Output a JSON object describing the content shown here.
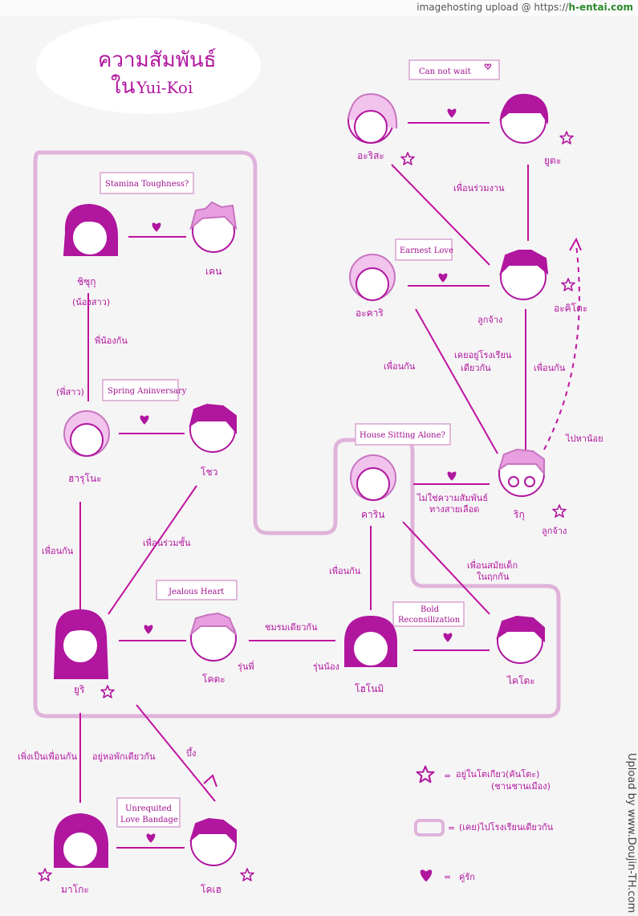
{
  "header": {
    "prefix": "imagehosting upload @ https://",
    "brand": "h-entai.com"
  },
  "side_watermark": "Upload by www.Doujin-TH.com",
  "title": {
    "line1": "ความสัมพันธ์",
    "line2_thai": "ใน",
    "line2_latin": "Yui-Koi"
  },
  "colors": {
    "accent": "#b0169e",
    "outline": "#d9a6d4",
    "line": "#c0129f"
  },
  "boxes": {
    "can_not_wait": "Can not wait",
    "stamina": "Stamina Toughness?",
    "earnest": "Earnest Love",
    "spring": "Spring Aninversary",
    "house": "House Sitting Alone?",
    "jealous": "Jealous Heart",
    "bold1": "Bold",
    "bold2": "Reconsilization",
    "unrequited1": "Unrequited",
    "unrequited2": "Love Bandage"
  },
  "names": {
    "arisa": "อะริสะ",
    "yuta": "ยูตะ",
    "shizuku": "ชิซุกุ",
    "ken": "เคน",
    "akari": "อะคาริ",
    "akito": "อะคิโตะ",
    "harunoha": "ฮารุโนะ",
    "sho": "โชว",
    "karin": "คาริน",
    "riku": "ริกุ",
    "yui": "ยูริ",
    "kota": "โคตะ",
    "honomi": "โฮโนมิ",
    "kaito": "ไคโตะ",
    "manaka": "มาโกะ",
    "kohei": "โคเฮ"
  },
  "labels": {
    "coworker": "เพื่อนร่วมงาน",
    "employee1": "ลูกจ้าง",
    "younger_sister": "(น้องสาว)",
    "siblings": "พี่น้องกัน",
    "older_sister": "(พี่สาว)",
    "friends_left": "เพื่อนกัน",
    "old_school": "เคยอยู่โรงเรียน\nเดียวกัน",
    "friends_akito_riku": "เพื่อนกัน",
    "skip_school": "ไปหาน้อย",
    "not_related1": "ไม่ใช่ความสัมพันธ์",
    "not_related2": "ทางสายเลือด",
    "employee2": "ลูกจ้าง",
    "classmates": "เพื่อนร่วมชั้น",
    "friends_yui": "เพื่อนกัน",
    "friends_karin": "เพื่อนกัน",
    "childhood1": "เพื่อนสมัยเด็ก",
    "childhood2": "ในฤกกัน",
    "club": "ชมรมเดียวกัน",
    "senior": "รุ่นพี่",
    "junior": "รุ่นน้อง",
    "new_friends": "เพิ่งเป็นเพื่อนกัน",
    "same_dorm": "อยู่หอพักเดียวกัน",
    "scold": "บึ้ง"
  },
  "legend": {
    "star_eq": "=",
    "star_text1": "อยู่ในโตเกียว(คันโตะ)",
    "star_text2": "(ชานชานเมือง)",
    "box_eq": "=",
    "box_text": "(เคย)ไปโรงเรียนเดียวกัน",
    "heart_eq": "=",
    "heart_text": "คู่รัก"
  }
}
